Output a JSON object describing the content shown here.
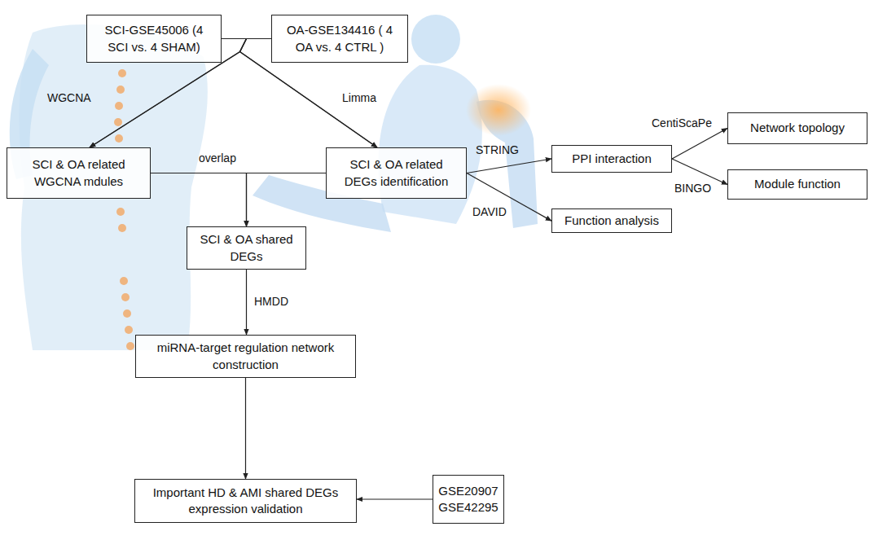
{
  "diagram": {
    "nodes": [
      {
        "text": [
          "SCI-GSE45006 (4 SCI vs. 4 SHAM)"
        ]
      },
      {
        "text": [
          "OA-GSE134416 ( 4 OA vs. 4 CTRL )"
        ]
      },
      {
        "text": [
          "SCI & OA related WGCNA mdules"
        ]
      },
      {
        "text": [
          "SCI & OA related DEGs identification"
        ]
      },
      {
        "text": [
          "PPI interaction"
        ]
      },
      {
        "text": [
          "Function analysis"
        ]
      },
      {
        "text": [
          "Network topology"
        ]
      },
      {
        "text": [
          "Module function"
        ]
      },
      {
        "text": [
          "SCI & OA shared DEGs"
        ]
      },
      {
        "text": [
          "miRNA-target regulation network construction"
        ]
      },
      {
        "text": [
          "Important HD & AMI shared DEGs expression validation"
        ]
      },
      {
        "text": [
          "GSE20907 GSE42295"
        ]
      }
    ],
    "edges": [
      {
        "from": 0,
        "to": 1,
        "arrow": "none"
      },
      {
        "from": 0,
        "to": 2,
        "arrow": "to",
        "label": "WGCNA"
      },
      {
        "from": 1,
        "to": 2,
        "arrow": "to"
      },
      {
        "from": 0,
        "to": 3,
        "arrow": "to",
        "label": "Limma"
      },
      {
        "from": 1,
        "to": 3,
        "arrow": "to"
      },
      {
        "from": 2,
        "to": 3,
        "arrow": "none",
        "label": "overlap"
      },
      {
        "from": 2,
        "to": 8,
        "arrow": "to"
      },
      {
        "from": 3,
        "to": 8,
        "arrow": "to"
      },
      {
        "from": 3,
        "to": 4,
        "arrow": "to",
        "label": "STRING"
      },
      {
        "from": 3,
        "to": 5,
        "arrow": "to",
        "label": "DAVID"
      },
      {
        "from": 4,
        "to": 6,
        "arrow": "to",
        "label": "CentiScaPe"
      },
      {
        "from": 4,
        "to": 7,
        "arrow": "to",
        "label": "BINGO"
      },
      {
        "from": 8,
        "to": 9,
        "arrow": "to",
        "label": "HMDD"
      },
      {
        "from": 9,
        "to": 10,
        "arrow": "to"
      },
      {
        "from": 11,
        "to": 10,
        "arrow": "to"
      }
    ]
  }
}
